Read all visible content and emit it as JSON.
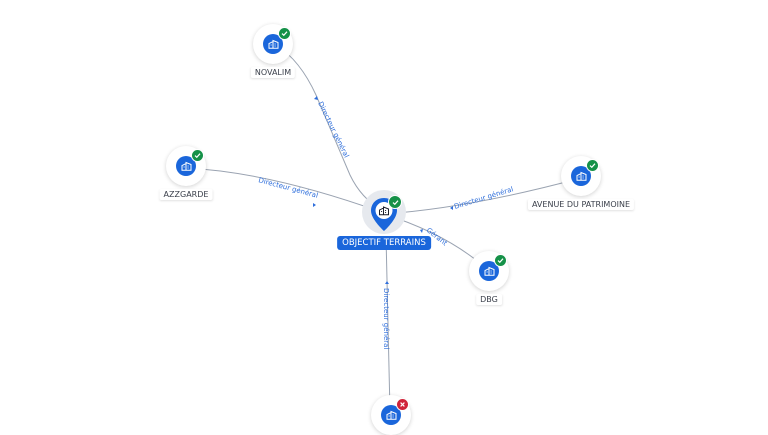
{
  "central_company": {
    "name": "OBJECTIF TERRAINS",
    "icon": "building-icon",
    "status": "active"
  },
  "companies": [
    {
      "id": "novalim",
      "name": "NOVALIM",
      "status": "active",
      "relation": "Directeur général"
    },
    {
      "id": "azzgarde",
      "name": "AZZGARDE",
      "status": "active",
      "relation": "Directeur général"
    },
    {
      "id": "avenue",
      "name": "AVENUE DU PATRIMOINE",
      "status": "active",
      "relation": "Directeur général"
    },
    {
      "id": "dbg",
      "name": "DBG",
      "status": "active",
      "relation": "Gérant"
    },
    {
      "id": "bottom",
      "name": "",
      "status": "inactive",
      "relation": "Directeur général"
    }
  ],
  "colors": {
    "node_blue": "#1a66db",
    "status_active": "#159148",
    "status_inactive": "#d0243a",
    "edge_label": "#2f6fdc",
    "edge": "#9aa3b1"
  },
  "icons": {
    "company": "building-icon",
    "active": "check-icon",
    "inactive": "close-icon"
  }
}
